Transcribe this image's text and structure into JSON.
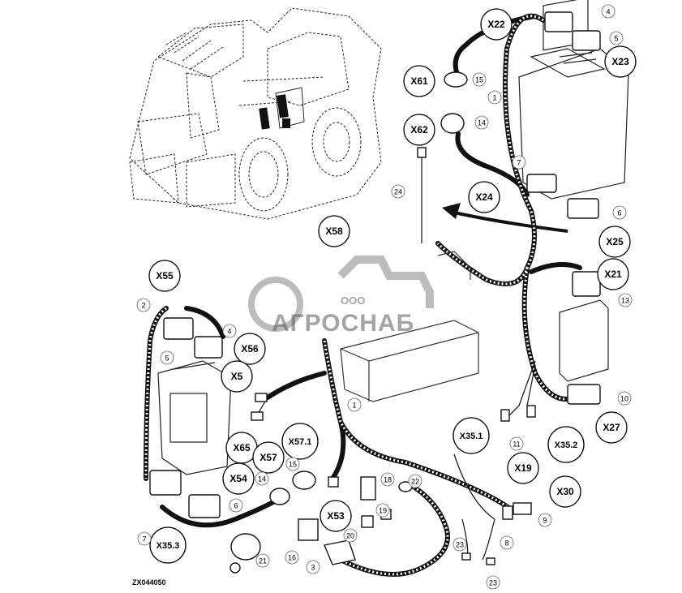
{
  "figure_id": "ZX044050",
  "watermark": {
    "brand": "АГРОСНАБ",
    "prefix": "ООО"
  },
  "connectors": [
    "X22",
    "X23",
    "X61",
    "X62",
    "X24",
    "X25",
    "X58",
    "X55",
    "X56",
    "X21",
    "X5",
    "X65",
    "X57",
    "X57.1",
    "X54",
    "X53",
    "X35.3",
    "X35.1",
    "X35.2",
    "X19",
    "X27",
    "X30"
  ],
  "part_numbers": [
    "4",
    "5",
    "15",
    "14",
    "1",
    "7",
    "24",
    "6",
    "13",
    "2",
    "4",
    "5",
    "10",
    "1",
    "15",
    "14",
    "6",
    "7",
    "11",
    "18",
    "22",
    "9",
    "19",
    "20",
    "8",
    "16",
    "3",
    "21",
    "23",
    "23"
  ],
  "colors": {
    "line": "#000000",
    "watermark": "#7a7a7a"
  },
  "icons": [
    "harvester-illustration",
    "harness-cable",
    "control-unit",
    "connector-plug",
    "pointer-arrow",
    "logo-gear"
  ]
}
